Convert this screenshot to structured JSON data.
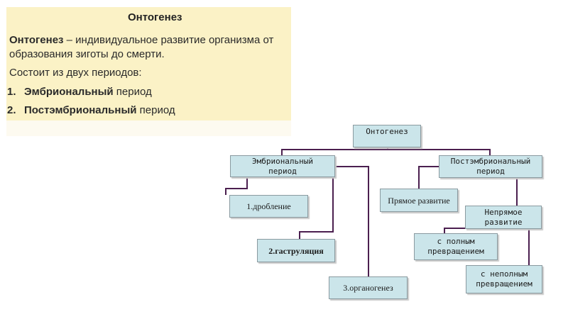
{
  "note": {
    "title": "Онтогенез",
    "def_term": "Онтогенез",
    "def_rest": " – индивидуальное развитие организма от",
    "def_line2": "образования зиготы до смерти.",
    "periods_intro": "Состоит из двух периодов:",
    "item1_num": "1.",
    "item1_bold": "Эмбриональный",
    "item1_rest": " период",
    "item2_num": "2.",
    "item2_bold": "Постэмбриональный",
    "item2_rest": " период"
  },
  "diagram": {
    "root": "Онтогенез",
    "embryonic": "Эмбриональный\nпериод",
    "postembryonic": "Постэмбриональный\nпериод",
    "cleavage": "1.дробление",
    "gastrulation": "2.гаструляция",
    "organogenesis": "3.органогенез",
    "direct": "Прямое развитие",
    "indirect": "Непрямое\nразвитие",
    "complete": "с полным\nпревращением",
    "incomplete": "с неполным\nпревращением"
  },
  "colors": {
    "note_bg": "#fbf2c6",
    "box_fill": "#cbe5ea",
    "connector": "#4b1f4f"
  }
}
